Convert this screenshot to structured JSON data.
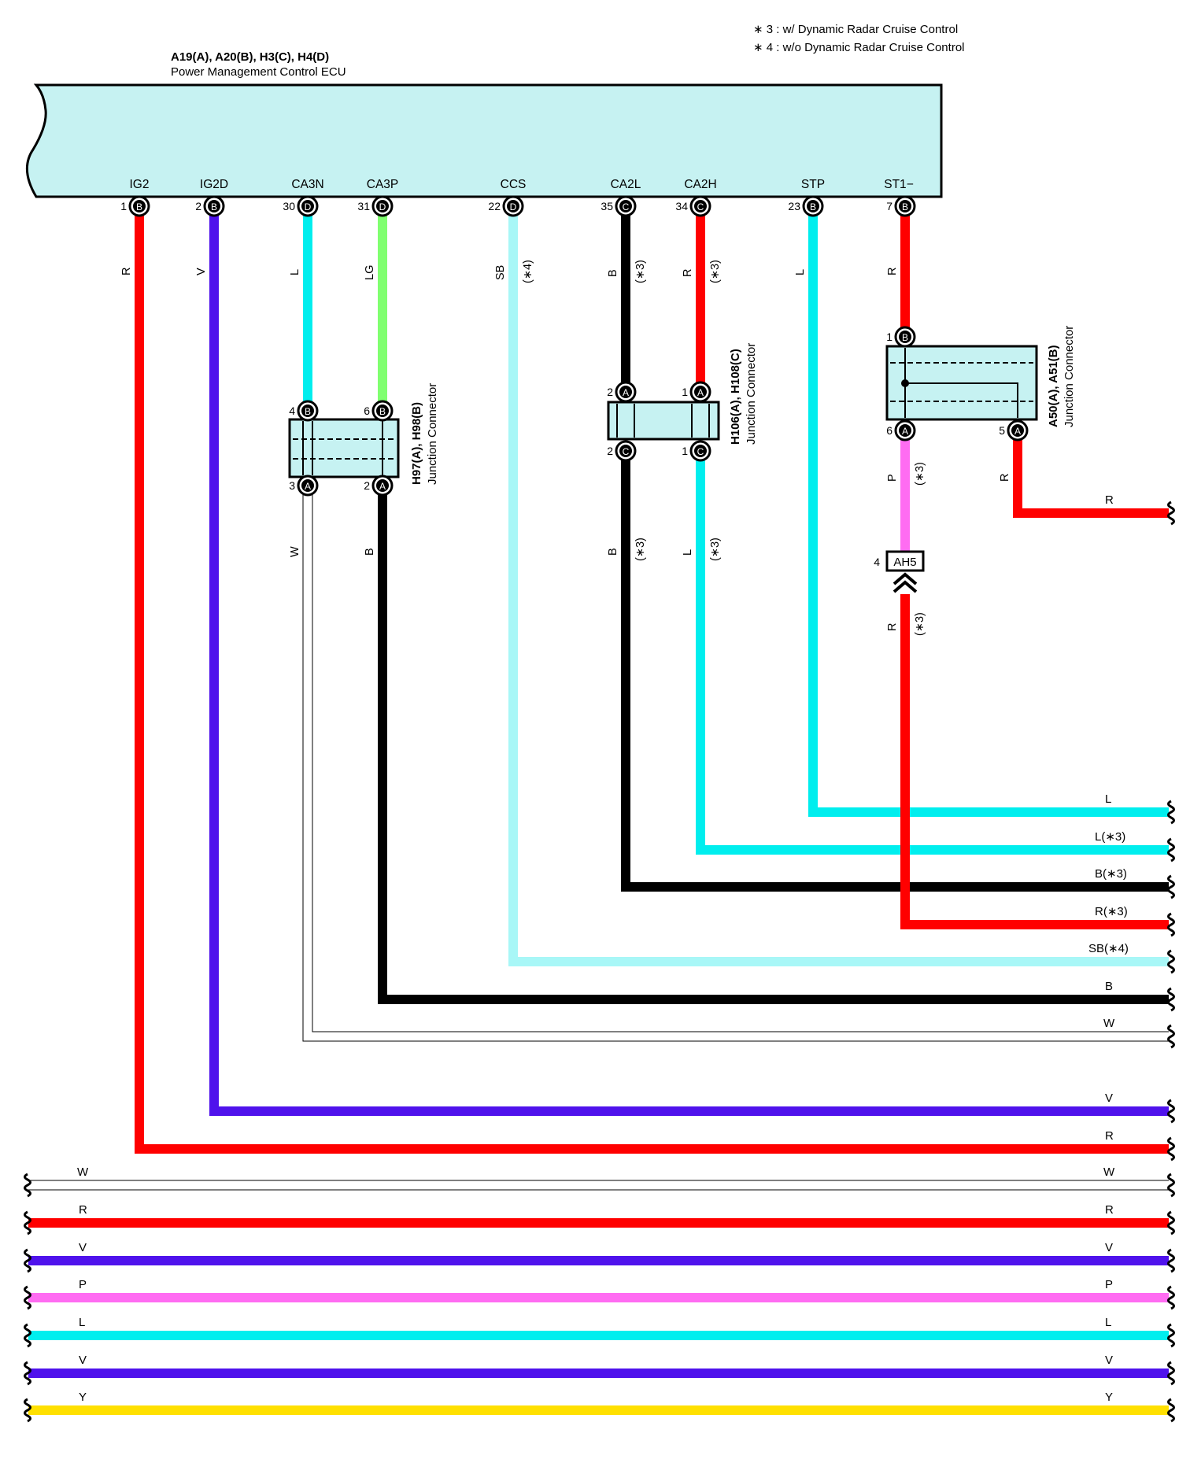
{
  "notes": [
    "∗ 3 : w/ Dynamic Radar Cruise Control",
    "∗ 4 : w/o Dynamic Radar Cruise Control"
  ],
  "ecu": {
    "connectors": "A19(A), A20(B), H3(C), H4(D)",
    "name": "Power Management Control ECU",
    "fill": "#c6f2f2"
  },
  "colors": {
    "R": "#ff0000",
    "V": "#4f12ec",
    "L": "#00eeee",
    "LG": "#80ff70",
    "SB": "#a8f7f7",
    "B": "#000000",
    "P": "#ff6cf2",
    "Y": "#ffe000",
    "W": "#ffffff"
  },
  "pins": [
    {
      "signal": "IG2",
      "num": "1",
      "conn": "B",
      "wire": "R",
      "note": ""
    },
    {
      "signal": "IG2D",
      "num": "2",
      "conn": "B",
      "wire": "V",
      "note": ""
    },
    {
      "signal": "CA3N",
      "num": "30",
      "conn": "D",
      "wire": "L",
      "note": ""
    },
    {
      "signal": "CA3P",
      "num": "31",
      "conn": "D",
      "wire": "LG",
      "note": ""
    },
    {
      "signal": "CCS",
      "num": "22",
      "conn": "D",
      "wire": "SB",
      "note": "(∗4)"
    },
    {
      "signal": "CA2L",
      "num": "35",
      "conn": "C",
      "wire": "B",
      "note": "(∗3)"
    },
    {
      "signal": "CA2H",
      "num": "34",
      "conn": "C",
      "wire": "R",
      "note": "(∗3)"
    },
    {
      "signal": "STP",
      "num": "23",
      "conn": "B",
      "wire": "L",
      "note": ""
    },
    {
      "signal": "ST1",
      "num": "7",
      "conn": "B",
      "wire": "R",
      "note": ""
    }
  ],
  "junctions": [
    {
      "line1": "H97(A), H98(B)",
      "line2": "Junction Connector",
      "pins": [
        {
          "num": "4",
          "conn": "B"
        },
        {
          "num": "6",
          "conn": "B"
        },
        {
          "num": "3",
          "conn": "A"
        },
        {
          "num": "2",
          "conn": "A"
        }
      ],
      "wires": [
        {
          "color": "W",
          "note": ""
        },
        {
          "color": "B",
          "note": ""
        }
      ]
    },
    {
      "line1": "H106(A), H108(C)",
      "line2": "Junction Connector",
      "pins": [
        {
          "num": "2",
          "conn": "A"
        },
        {
          "num": "1",
          "conn": "A"
        },
        {
          "num": "2",
          "conn": "C"
        },
        {
          "num": "1",
          "conn": "C"
        }
      ],
      "wires": [
        {
          "color": "B",
          "note": "(∗3)"
        },
        {
          "color": "L",
          "note": "(∗3)"
        }
      ]
    },
    {
      "line1": "A50(A), A51(B)",
      "line2": "Junction Connector",
      "pins": [
        {
          "num": "1",
          "conn": "B"
        },
        {
          "num": "6",
          "conn": "A"
        },
        {
          "num": "5",
          "conn": "A"
        }
      ],
      "wires": [
        {
          "color": "P",
          "note": "(∗3)"
        },
        {
          "color": "R",
          "note": ""
        }
      ]
    }
  ],
  "ah5": {
    "num": "4",
    "label": "AH5",
    "wire": "R",
    "note": "(∗3)"
  },
  "right_labels": [
    "R",
    "L",
    "L(∗3)",
    "B(∗3)",
    "R(∗3)",
    "SB(∗4)",
    "B",
    "W",
    "V",
    "R"
  ],
  "bus": [
    {
      "left": "W",
      "right": "W"
    },
    {
      "left": "R",
      "right": "R"
    },
    {
      "left": "V",
      "right": "V"
    },
    {
      "left": "P",
      "right": "P"
    },
    {
      "left": "L",
      "right": "L"
    },
    {
      "left": "V",
      "right": "V"
    },
    {
      "left": "Y",
      "right": "Y"
    }
  ]
}
